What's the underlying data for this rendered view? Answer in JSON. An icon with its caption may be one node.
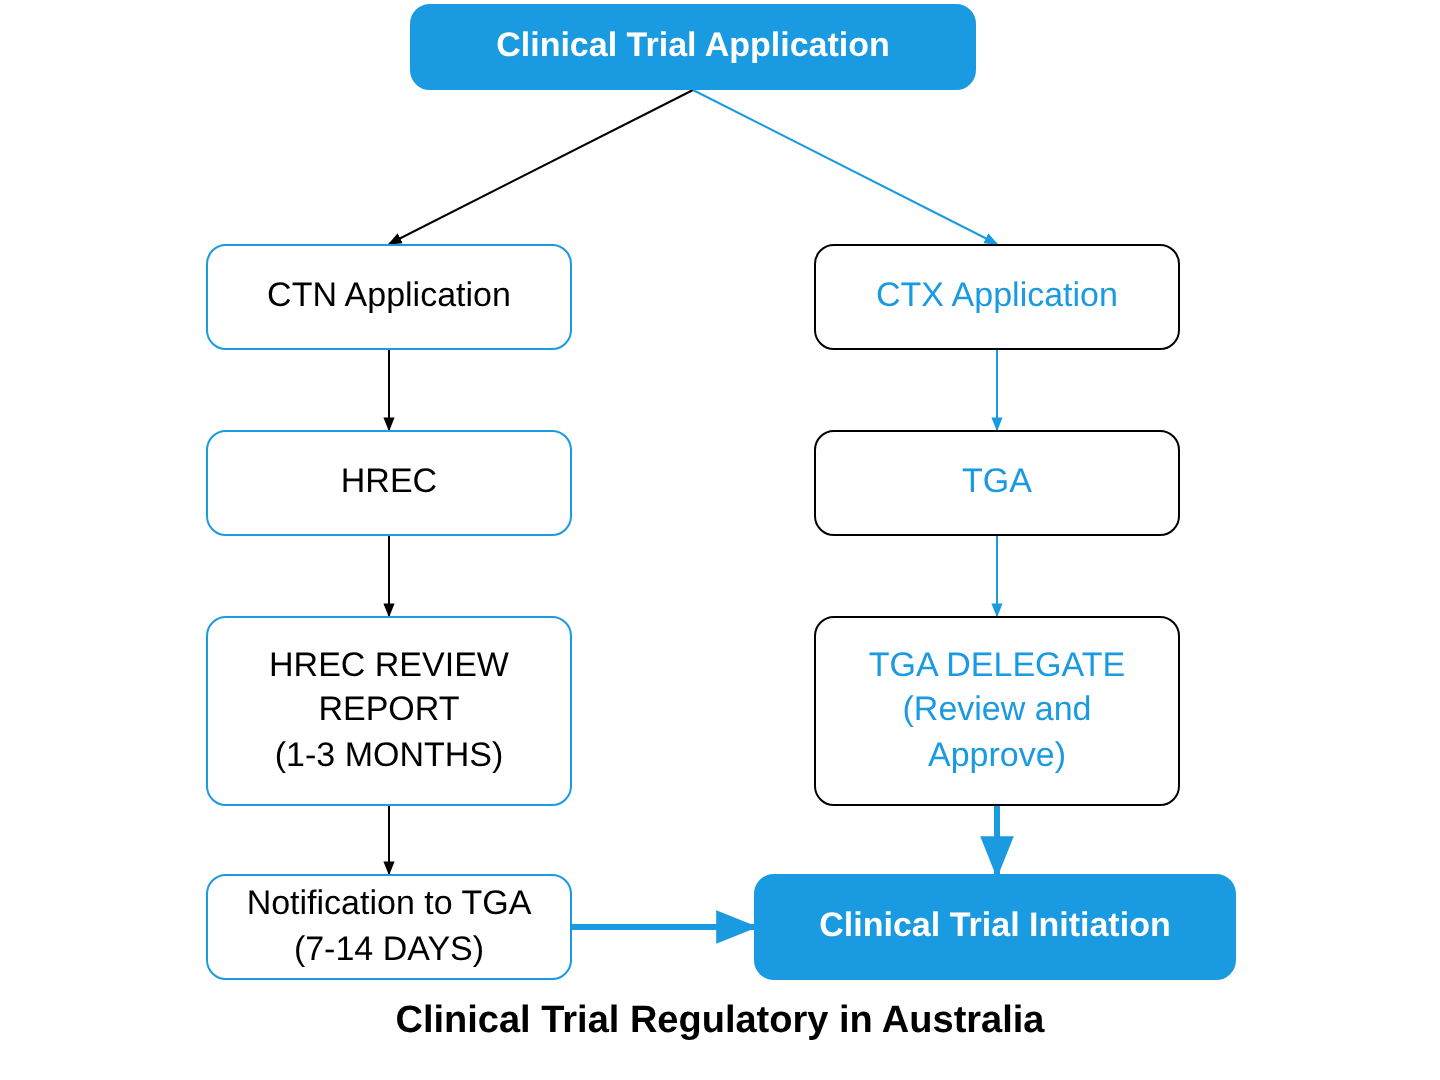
{
  "diagram": {
    "caption": "Clinical Trial Regulatory in Australia",
    "nodes": [
      {
        "text": [
          "Clinical Trial Application"
        ]
      },
      {
        "text": [
          "CTN Application"
        ]
      },
      {
        "text": [
          "CTX Application"
        ]
      },
      {
        "text": [
          "HREC"
        ]
      },
      {
        "text": [
          "TGA"
        ]
      },
      {
        "text": [
          "HREC REVIEW REPORT",
          "(1-3 MONTHS)"
        ]
      },
      {
        "text": [
          "TGA DELEGATE",
          "(Review and Approve)"
        ]
      },
      {
        "text": [
          "Notification to TGA",
          "(7-14 DAYS)"
        ]
      },
      {
        "text": [
          "Clinical Trial Initiation"
        ]
      }
    ],
    "edges": [
      {
        "from": 0,
        "to": 1,
        "arrow": "to",
        "color": "#000000"
      },
      {
        "from": 0,
        "to": 2,
        "arrow": "to"
      },
      {
        "from": 1,
        "to": 3,
        "arrow": "to",
        "color": "#000000"
      },
      {
        "from": 2,
        "to": 4,
        "arrow": "to"
      },
      {
        "from": 3,
        "to": 5,
        "arrow": "to",
        "color": "#000000"
      },
      {
        "from": 4,
        "to": 6,
        "arrow": "to"
      },
      {
        "from": 5,
        "to": 7,
        "arrow": "to",
        "color": "#000000"
      },
      {
        "from": 6,
        "to": 8,
        "arrow": "to",
        "style": "thick"
      },
      {
        "from": 7,
        "to": 8,
        "arrow": "to",
        "style": "thick"
      }
    ]
  }
}
